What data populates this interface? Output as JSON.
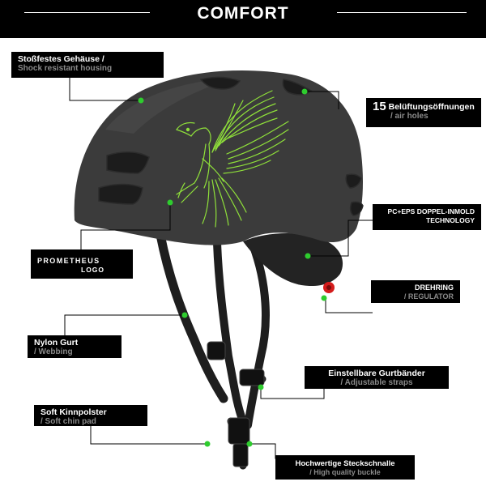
{
  "header": {
    "title": "COMFORT"
  },
  "callouts": {
    "housing": {
      "line1": "Stoßfestes Gehäuse /",
      "line2": "Shock resistant housing"
    },
    "vents": {
      "number": "15",
      "line1": "Belüftungsöffnungen",
      "line2": "/ air holes"
    },
    "technology": {
      "line1": "PC+EPS DOPPEL-INMOLD",
      "line2": "TECHNOLOGY"
    },
    "logo": {
      "line1": "PROMETHEUS",
      "line2": "LOGO"
    },
    "regulator": {
      "line1": "DREHRING",
      "line2": "/ REGULATOR"
    },
    "webbing": {
      "line1": "Nylon Gurt",
      "line2": "/ Webbing"
    },
    "straps": {
      "line1": "Einstellbare Gurtbänder",
      "line2": "/ Adjustable straps"
    },
    "chinpad": {
      "line1": "Soft Kinnpolster",
      "line2": "/ Soft chin pad"
    },
    "buckle": {
      "line1": "Hochwertige Steckschnalle",
      "line2": "/ High quality buckle"
    }
  },
  "colors": {
    "accent_green": "#2ecc2e",
    "eagle_green": "#8fe03a",
    "helmet_shell": "#3a3a3a",
    "strap": "#1e1e1e",
    "regulator_red": "#d41c1c"
  }
}
